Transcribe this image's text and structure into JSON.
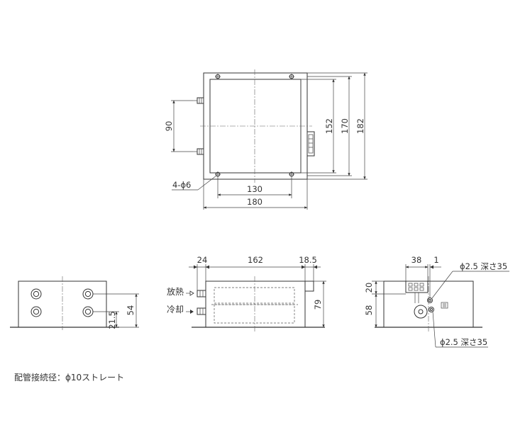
{
  "top_view": {
    "dim_height_182": "182",
    "dim_height_170": "170",
    "dim_height_152": "152",
    "dim_width_180": "180",
    "dim_width_130": "130",
    "dim_port_spacing_90": "90",
    "hole_callout": "4-ϕ6"
  },
  "front_view": {
    "dim_port_length_24": "24",
    "dim_body_length_162": "162",
    "dim_flange_18_5": "18.5",
    "dim_height_79": "79",
    "label_heat": "放熱",
    "label_cool": "冷却"
  },
  "left_view": {
    "dim_54": "54",
    "dim_21_5": "21.5"
  },
  "right_view": {
    "dim_38": "38",
    "dim_1": "1",
    "dim_20": "20",
    "dim_58": "58",
    "callout_upper": "ϕ2.5 深さ35",
    "callout_lower": "ϕ2.5 深さ35"
  },
  "footer_note": "配管接続径：ϕ10ストレート"
}
